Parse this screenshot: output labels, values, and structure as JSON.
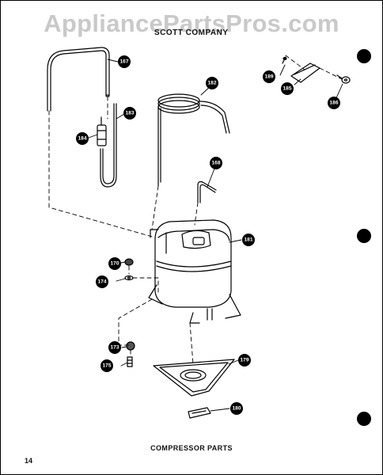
{
  "watermark": "AppliancePartsPros.com",
  "section_title": "SCOTT COMPANY",
  "caption": "COMPRESSOR PARTS",
  "page_number": "14",
  "callouts": [
    {
      "id": "167",
      "label": "167"
    },
    {
      "id": "182",
      "label": "182"
    },
    {
      "id": "183",
      "label": "183"
    },
    {
      "id": "184",
      "label": "184"
    },
    {
      "id": "168",
      "label": "168"
    },
    {
      "id": "181",
      "label": "181"
    },
    {
      "id": "170",
      "label": "170"
    },
    {
      "id": "174",
      "label": "174"
    },
    {
      "id": "173",
      "label": "173"
    },
    {
      "id": "175",
      "label": "175"
    },
    {
      "id": "179",
      "label": "179"
    },
    {
      "id": "180",
      "label": "180"
    },
    {
      "id": "189",
      "label": "189"
    },
    {
      "id": "185",
      "label": "185"
    },
    {
      "id": "186",
      "label": "186"
    }
  ]
}
